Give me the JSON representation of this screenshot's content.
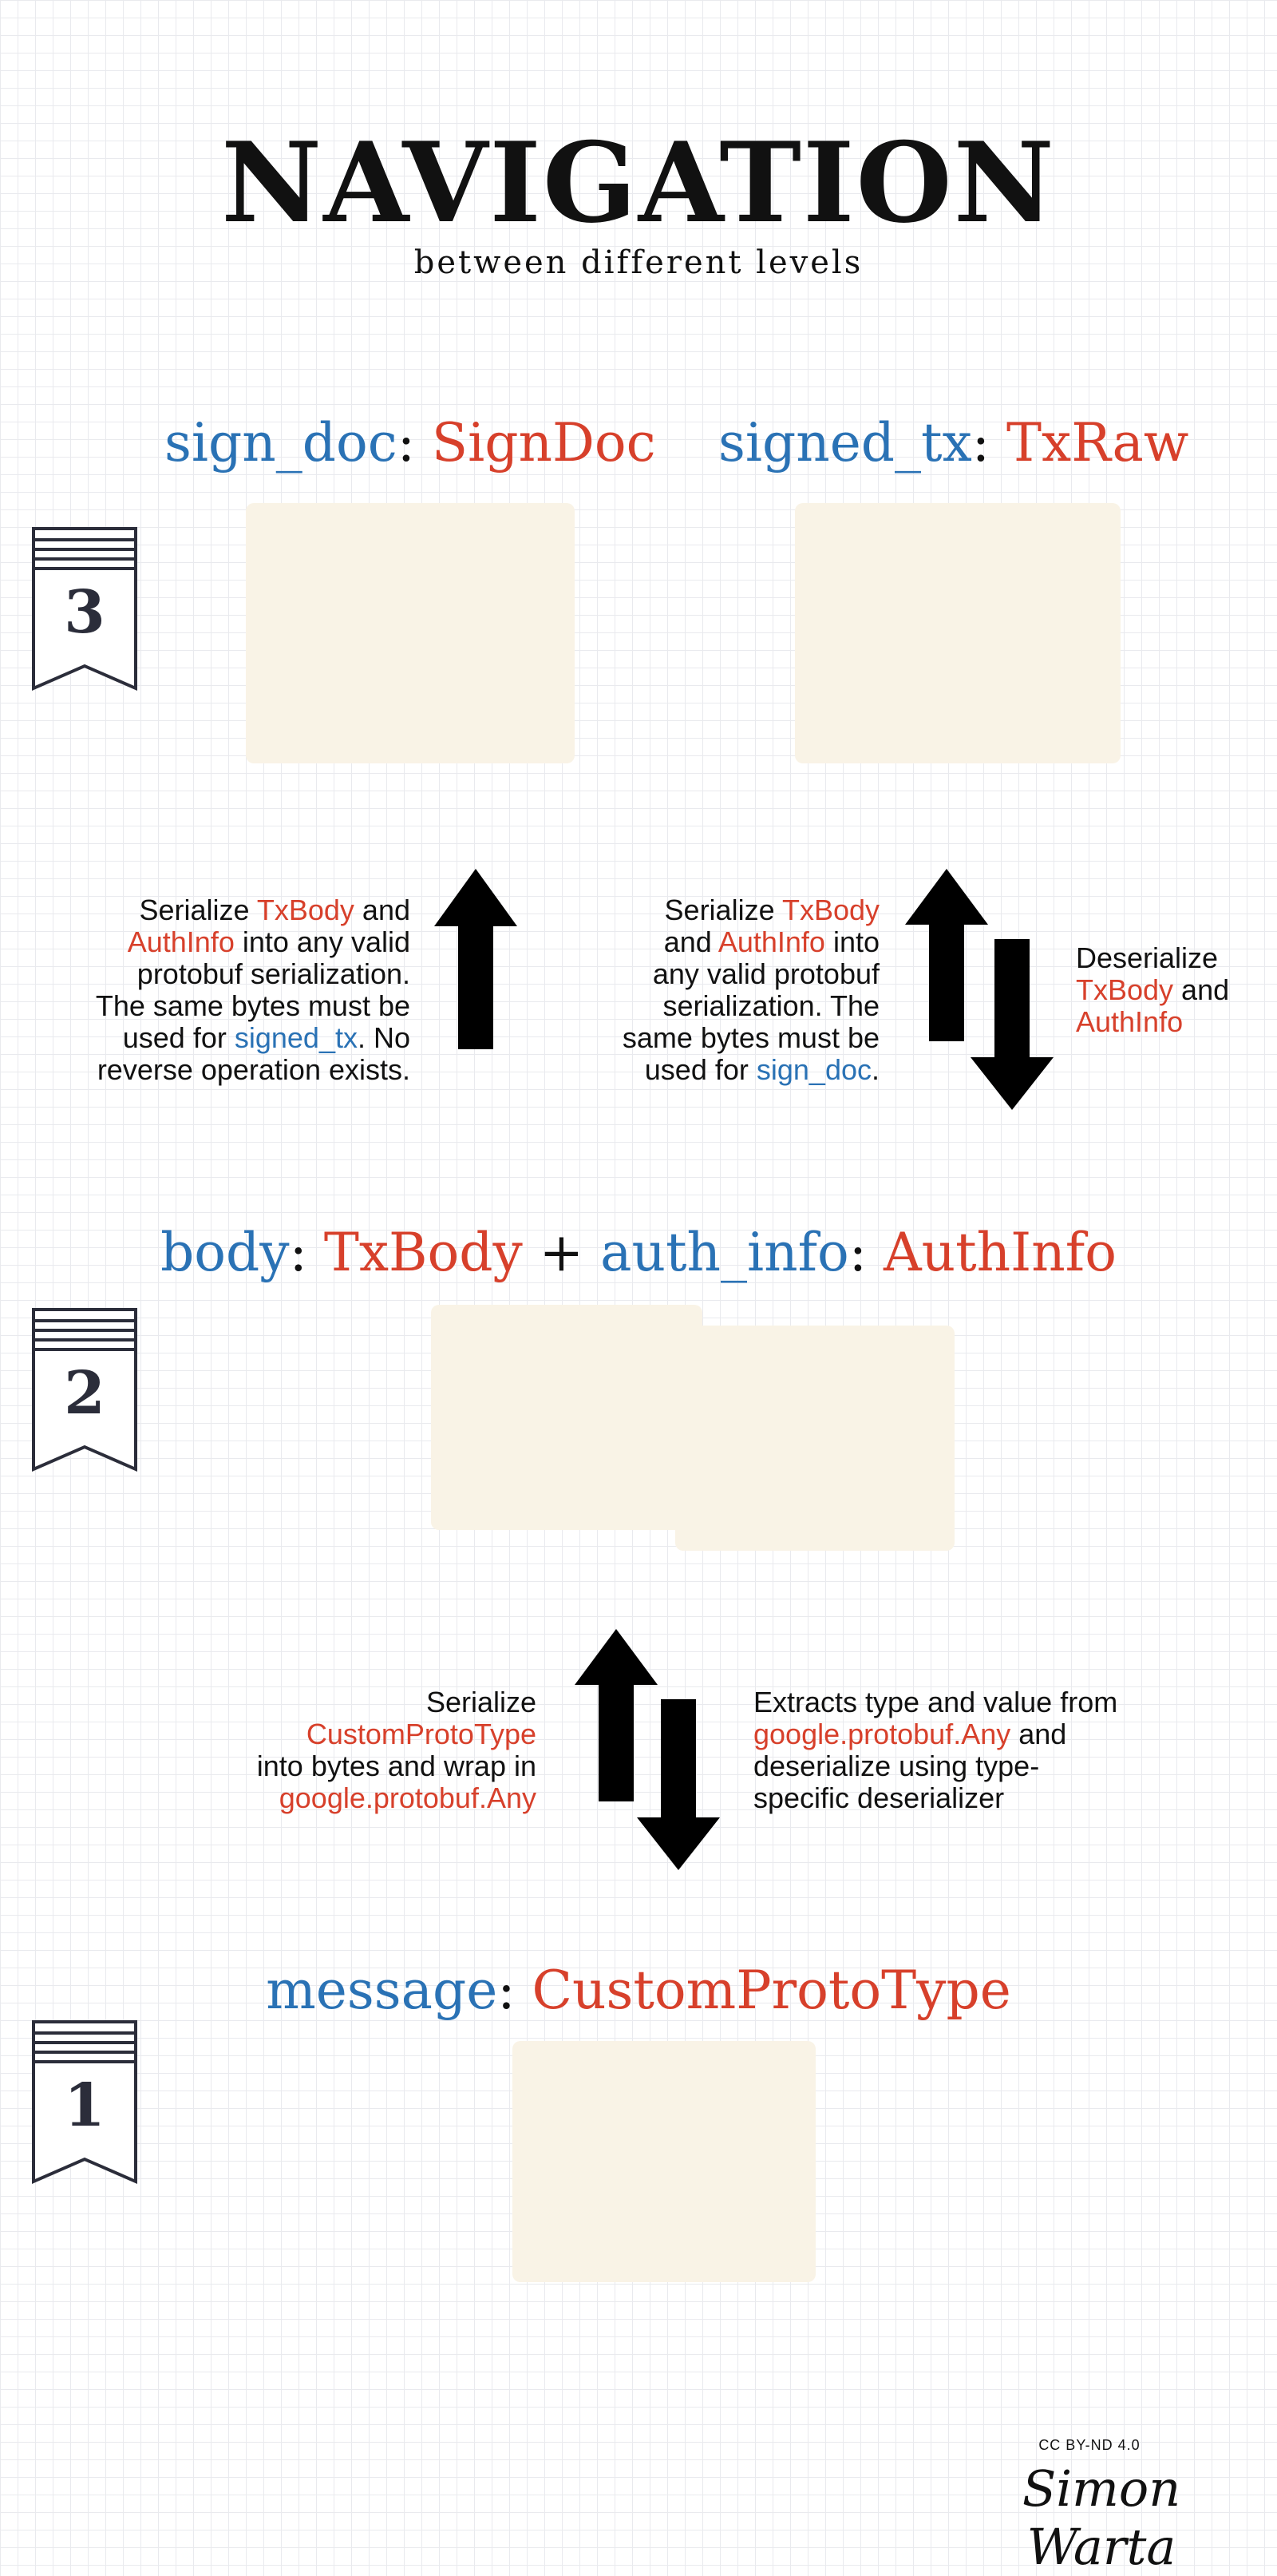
{
  "header": {
    "title": "NAVIGATION",
    "subtitle": "between different levels"
  },
  "levels": [
    {
      "number": "3",
      "items": [
        {
          "name": "sign_doc",
          "sep": ": ",
          "type": "SignDoc"
        },
        {
          "name": "signed_tx",
          "sep": ": ",
          "type": "TxRaw"
        }
      ]
    },
    {
      "number": "2",
      "items": [
        {
          "name": "body",
          "sep": ": ",
          "type": "TxBody"
        },
        {
          "plus": " + "
        },
        {
          "name": "auth_info",
          "sep": ": ",
          "type": "AuthInfo"
        }
      ]
    },
    {
      "number": "1",
      "items": [
        {
          "name": "message",
          "sep": ": ",
          "type": "CustomProtoType"
        }
      ]
    }
  ],
  "transitions": {
    "sign_doc_up": {
      "lines": [
        [
          "Serialize ",
          {
            "red": "TxBody"
          },
          " and"
        ],
        [
          {
            "red": "AuthInfo"
          },
          " into any valid"
        ],
        [
          "protobuf serialization."
        ],
        [
          "The same bytes must be"
        ],
        [
          "used for ",
          {
            "blue": "signed_tx"
          },
          ". No"
        ],
        [
          "reverse operation exists."
        ]
      ]
    },
    "signed_tx_up": {
      "lines": [
        [
          "Serialize ",
          {
            "red": "TxBody"
          }
        ],
        [
          "and ",
          {
            "red": "AuthInfo"
          },
          " into"
        ],
        [
          "any valid protobuf"
        ],
        [
          "serialization. The"
        ],
        [
          "same bytes must be"
        ],
        [
          "used for ",
          {
            "blue": "sign_doc"
          },
          "."
        ]
      ]
    },
    "signed_tx_down": {
      "lines": [
        [
          "Deserialize"
        ],
        [
          {
            "red": "TxBody"
          },
          " and"
        ],
        [
          {
            "red": "AuthInfo"
          }
        ]
      ]
    },
    "message_up": {
      "lines": [
        [
          "Serialize"
        ],
        [
          {
            "red": "CustomProtoType"
          }
        ],
        [
          "into bytes and wrap in"
        ],
        [
          {
            "red": "google.protobuf.Any"
          }
        ]
      ]
    },
    "message_down": {
      "lines": [
        [
          "Extracts type and value from"
        ],
        [
          {
            "red": "google.protobuf.Any"
          },
          " and"
        ],
        [
          "deserialize using type-"
        ],
        [
          "specific deserializer"
        ]
      ]
    }
  },
  "footer": {
    "license": "CC BY-ND 4.0",
    "author": "Simon Warta"
  },
  "colors": {
    "field_name": "#2a72b5",
    "type_name": "#d7402b",
    "box_fill": "#f9f3e6",
    "badge_stroke": "#2b2d3a",
    "arrow": "#000000"
  }
}
